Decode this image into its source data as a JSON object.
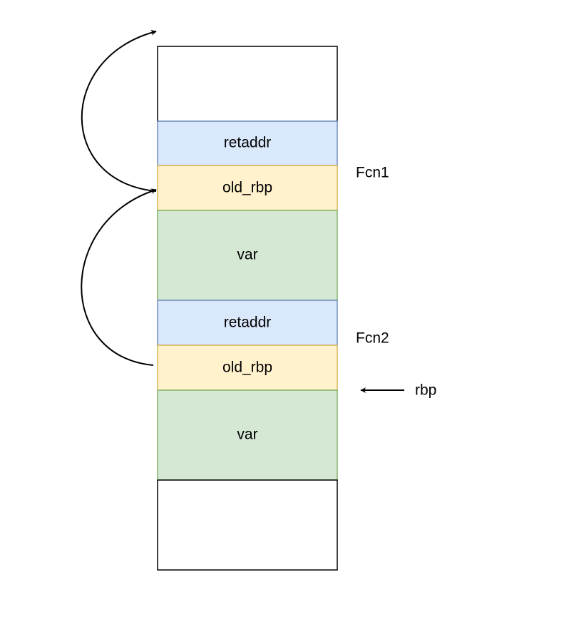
{
  "stack": {
    "segments": [
      {
        "label": "",
        "fill": "#ffffff",
        "stroke": "#000000"
      },
      {
        "label": "retaddr",
        "fill": "#dae8fc",
        "stroke": "#6c8ebf"
      },
      {
        "label": "old_rbp",
        "fill": "#fff2cc",
        "stroke": "#d6b656"
      },
      {
        "label": "var",
        "fill": "#d5e8d4",
        "stroke": "#82b366"
      },
      {
        "label": "retaddr",
        "fill": "#dae8fc",
        "stroke": "#6c8ebf"
      },
      {
        "label": "old_rbp",
        "fill": "#fff2cc",
        "stroke": "#d6b656"
      },
      {
        "label": "var",
        "fill": "#d5e8d4",
        "stroke": "#82b366"
      },
      {
        "label": "",
        "fill": "#ffffff",
        "stroke": "#000000"
      }
    ]
  },
  "frames": {
    "fcn1": "Fcn1",
    "fcn2": "Fcn2"
  },
  "pointer": {
    "label": "rbp"
  }
}
